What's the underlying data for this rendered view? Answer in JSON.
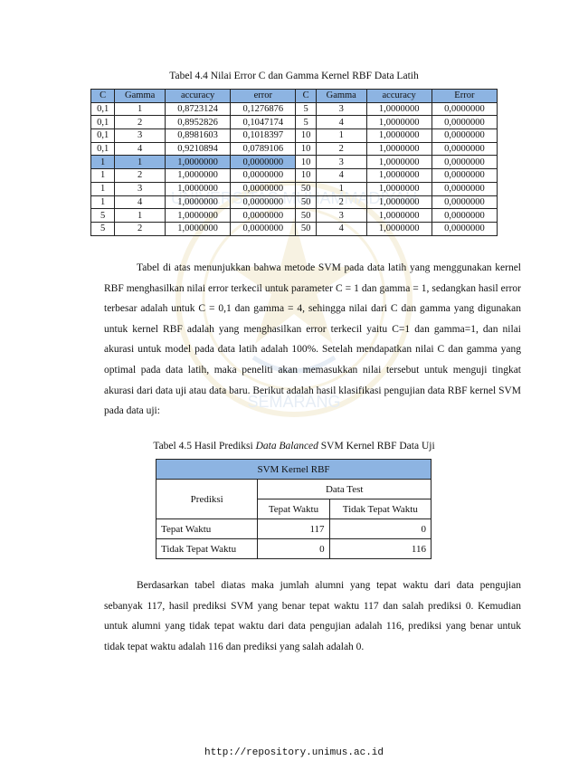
{
  "table44": {
    "caption": "Tabel 4.4 Nilai Error C dan Gamma Kernel RBF Data Latih",
    "headers": [
      "C",
      "Gamma",
      "accuracy",
      "error",
      "C",
      "Gamma",
      "accuracy",
      "Error"
    ],
    "rows": [
      [
        "0,1",
        "1",
        "0,8723124",
        "0,1276876",
        "5",
        "3",
        "1,0000000",
        "0,0000000"
      ],
      [
        "0,1",
        "2",
        "0,8952826",
        "0,1047174",
        "5",
        "4",
        "1,0000000",
        "0,0000000"
      ],
      [
        "0,1",
        "3",
        "0,8981603",
        "0,1018397",
        "10",
        "1",
        "1,0000000",
        "0,0000000"
      ],
      [
        "0,1",
        "4",
        "0,9210894",
        "0,0789106",
        "10",
        "2",
        "1,0000000",
        "0,0000000"
      ],
      [
        "1",
        "1",
        "1,0000000",
        "0,0000000",
        "10",
        "3",
        "1,0000000",
        "0,0000000"
      ],
      [
        "1",
        "2",
        "1,0000000",
        "0,0000000",
        "10",
        "4",
        "1,0000000",
        "0,0000000"
      ],
      [
        "1",
        "3",
        "1,0000000",
        "0,0000000",
        "50",
        "1",
        "1,0000000",
        "0,0000000"
      ],
      [
        "1",
        "4",
        "1,0000000",
        "0,0000000",
        "50",
        "2",
        "1,0000000",
        "0,0000000"
      ],
      [
        "5",
        "1",
        "1,0000000",
        "0,0000000",
        "50",
        "3",
        "1,0000000",
        "0,0000000"
      ],
      [
        "5",
        "2",
        "1,0000000",
        "0,0000000",
        "50",
        "4",
        "1,0000000",
        "0,0000000"
      ]
    ]
  },
  "paragraph1": "Tabel di atas menunjukkan bahwa metode SVM pada data latih yang menggunakan kernel RBF menghasilkan nilai error terkecil untuk parameter C = 1 dan gamma = 1, sedangkan hasil error terbesar adalah untuk C = 0,1 dan gamma = 4, sehingga nilai dari C dan gamma yang digunakan untuk kernel RBF adalah yang menghasilkan error terkecil yaitu C=1 dan gamma=1, dan nilai akurasi untuk model pada data latih adalah 100%. Setelah mendapatkan nilai C dan gamma yang optimal pada data latih, maka peneliti akan memasukkan nilai tersebut untuk menguji tingkat akurasi dari data uji atau data baru. Berikut adalah hasil klasifikasi pengujian data RBF kernel SVM pada data uji:",
  "table45": {
    "caption_prefix": "Tabel 4.5 Hasil Prediksi ",
    "caption_italic": "Data Balanced",
    "caption_suffix": " SVM Kernel RBF Data Uji",
    "title": "SVM Kernel RBF",
    "prediksi": "Prediksi",
    "data_test": "Data Test",
    "col1": "Tepat Waktu",
    "col2": "Tidak Tepat Waktu",
    "rows": [
      {
        "label": "Tepat Waktu",
        "v1": "117",
        "v2": "0"
      },
      {
        "label": "Tidak Tepat Waktu",
        "v1": "0",
        "v2": "116"
      }
    ]
  },
  "paragraph2": "Berdasarkan tabel diatas maka jumlah alumni yang tepat waktu dari data pengujian sebanyak 117, hasil prediksi SVM yang benar tepat waktu 117 dan salah prediksi 0. Kemudian untuk alumni yang tidak tepat waktu dari data pengujian adalah 116, prediksi yang benar untuk tidak tepat waktu adalah 116 dan prediksi yang salah adalah 0.",
  "watermark_text": "UNIVERSITAS MUHAMMADIYAH SEMARANG",
  "footer": "http://repository.unimus.ac.id"
}
